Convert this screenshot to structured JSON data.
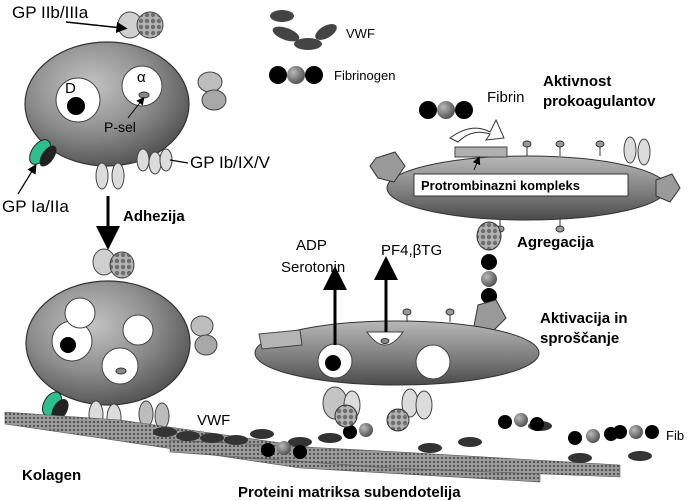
{
  "labels": {
    "gp_iib_iiia": "GP IIb/IIIa",
    "gp_ia_iia": "GP Ia/IIa",
    "gp_ib_ix_v": "GP Ib/IX/V",
    "d": "D",
    "alpha": "α",
    "p_sel": "P-sel",
    "adhezija": "Adhezija",
    "kolagen": "Kolagen",
    "vwf_legend": "VWF",
    "fibrinogen_legend": "Fibrinogen",
    "vwf_lower": "VWF",
    "fibrin": "Fibrin",
    "aktivnost_1": "Aktivnost",
    "aktivnost_2": "prokoagulantov",
    "protrombinazni": "Protrombinazni kompleks",
    "agregacija": "Agregacija",
    "adp": "ADP",
    "serotonin": "Serotonin",
    "pf4": "PF4,βTG",
    "aktivacija_1": "Aktivacija in",
    "aktivacija_2": "sproščanje",
    "fib": "Fib",
    "proteini": "Proteini matriksa subendotelija"
  },
  "colors": {
    "platelet_body": "#8c8c8c",
    "platelet_dark": "#5a5a5a",
    "receptor_light": "#cfcfcf",
    "ia_iia_accent": "#2fbf8f",
    "fibrinogen_end": "#000000",
    "fibrinogen_mid": "#7a7a7a"
  }
}
